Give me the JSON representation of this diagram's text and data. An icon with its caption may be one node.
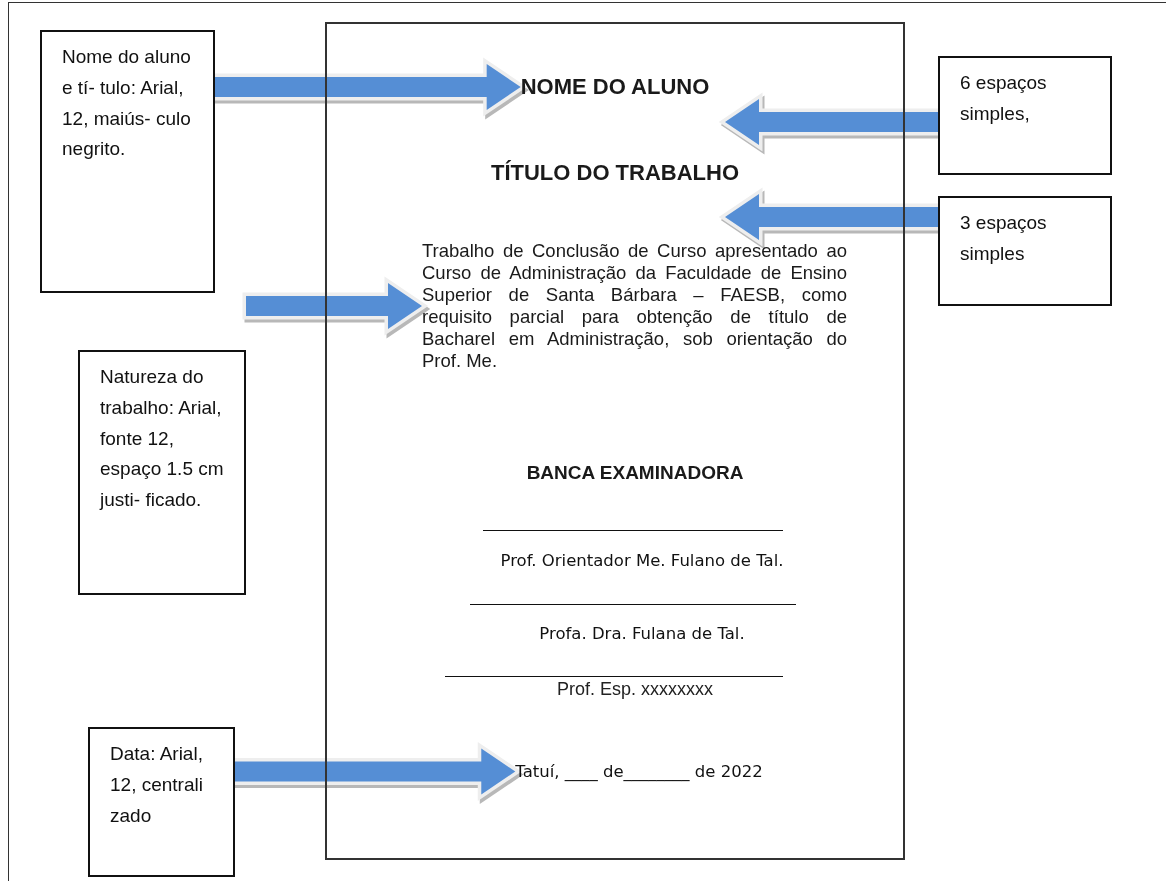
{
  "diagram": {
    "nodes": [
      {
        "text": [
          "Nome do aluno e tí- tulo: Arial, 12, maiús- culo negrito."
        ]
      },
      {
        "text": [],
        "shape": "box"
      },
      {
        "text": [
          "NOME DO ALUNO"
        ],
        "in": 1
      },
      {
        "text": [
          "TÍTULO DO TRABALHO"
        ],
        "in": 1
      },
      {
        "text": [
          "Trabalho de Conclusão de Curso apresentado ao Curso de Administração da Faculdade de Ensino Superior de Santa Bárbara – FAESB, como requisito parcial para obtenção de título de Bacharel em Administração, sob orientação do Prof. Me."
        ],
        "in": 1
      },
      {
        "text": [
          "BANCA EXAMINADORA"
        ],
        "in": 1
      },
      {
        "text": [
          "Prof. Orientador Me. Fulano de Tal."
        ],
        "in": 1
      },
      {
        "text": [
          "Profa. Dra. Fulana de Tal."
        ],
        "in": 1
      },
      {
        "text": [
          "Prof. Esp. xxxxxxxx"
        ],
        "in": 1
      },
      {
        "text": [
          "Tatuí, ____ de________ de 2022"
        ],
        "in": 1
      },
      {
        "text": [
          "6 espaços simples,"
        ]
      },
      {
        "text": [
          "3 espaços simples"
        ]
      },
      {
        "text": [
          "Natureza do trabalho: Arial, fonte 12, espaço 1.5 cm justi- ficado."
        ]
      },
      {
        "text": [
          "Data: Arial, 12, centrali zado"
        ]
      }
    ],
    "edges": [
      {
        "from": 0,
        "to": 2,
        "arrow": "to"
      },
      {
        "from": 10,
        "to": 1,
        "arrow": "to"
      },
      {
        "from": 11,
        "to": 1,
        "arrow": "to"
      },
      {
        "from": 12,
        "to": 4,
        "arrow": "to"
      },
      {
        "from": 13,
        "to": 9,
        "arrow": "to"
      }
    ]
  }
}
